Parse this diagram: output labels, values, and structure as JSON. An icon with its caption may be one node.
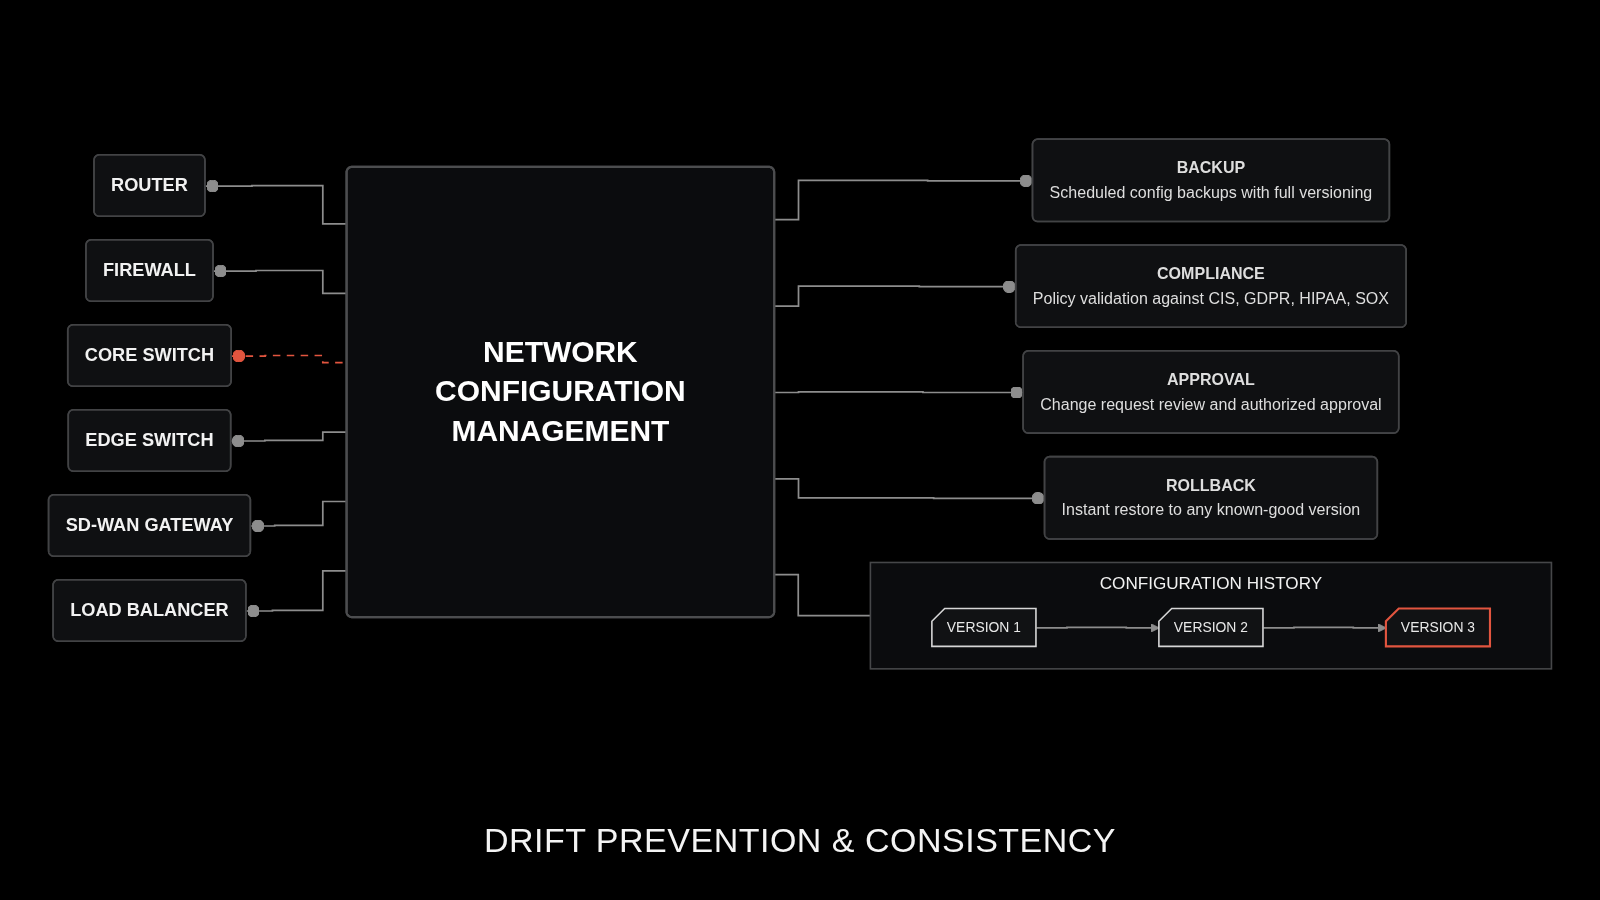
{
  "diagram": {
    "caption": "DRIFT PREVENTION & CONSISTENCY",
    "nodes": [
      {
        "text": [
          "CONFIGURATION HISTORY"
        ]
      },
      {
        "text": [
          "VERSION 1"
        ],
        "in": 0
      },
      {
        "text": [
          "VERSION 2"
        ],
        "in": 0
      },
      {
        "text": [
          "VERSION 3"
        ],
        "in": 0
      },
      {
        "text": [
          "ROUTER"
        ]
      },
      {
        "text": [
          "FIREWALL"
        ]
      },
      {
        "text": [
          "CORE SWITCH"
        ]
      },
      {
        "text": [
          "EDGE SWITCH"
        ]
      },
      {
        "text": [
          "SD-WAN GATEWAY"
        ]
      },
      {
        "text": [
          "LOAD BALANCER"
        ]
      },
      {
        "text": [
          "NETWORK CONFIGURATION MANAGEMENT"
        ]
      },
      {
        "text": [
          "BACKUP",
          "Scheduled config backups with full versioning"
        ]
      },
      {
        "text": [
          "COMPLIANCE",
          "Policy validation against CIS, GDPR, HIPAA, SOX"
        ]
      },
      {
        "text": [
          "APPROVAL",
          "Change request review and authorized approval"
        ]
      },
      {
        "text": [
          "ROLLBACK",
          "Instant restore to any known-good version"
        ]
      }
    ],
    "edges": [
      {
        "from": 1,
        "to": 2,
        "arrow": "to"
      },
      {
        "from": 2,
        "to": 3,
        "arrow": "to"
      },
      {
        "from": 10,
        "to": 0,
        "arrow": "none"
      },
      {
        "from": 4,
        "to": 10,
        "arrow": "other"
      },
      {
        "from": 5,
        "to": 10,
        "arrow": "other"
      },
      {
        "from": 6,
        "to": 10,
        "arrow": "other",
        "style": "dashed",
        "color": "#e2553f"
      },
      {
        "from": 7,
        "to": 10,
        "arrow": "other"
      },
      {
        "from": 8,
        "to": 10,
        "arrow": "other"
      },
      {
        "from": 9,
        "to": 10,
        "arrow": "other"
      },
      {
        "from": 10,
        "to": 11,
        "arrow": "other"
      },
      {
        "from": 10,
        "to": 12,
        "arrow": "other"
      },
      {
        "from": 10,
        "to": 13,
        "arrow": "other"
      },
      {
        "from": 10,
        "to": 14,
        "arrow": "other"
      }
    ]
  }
}
